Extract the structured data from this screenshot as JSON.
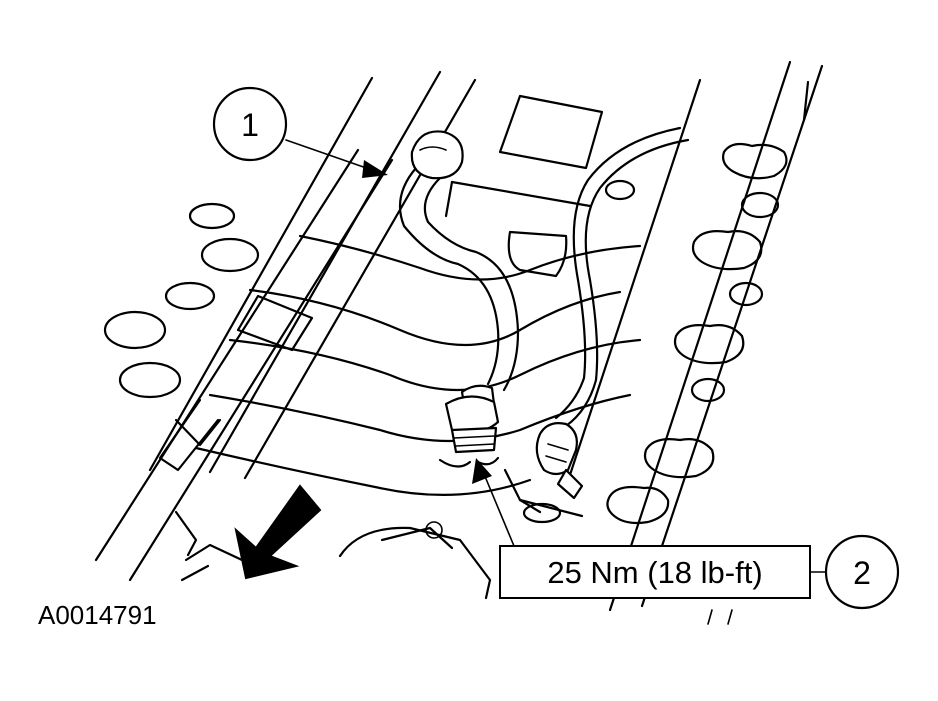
{
  "callouts": [
    {
      "label": "1"
    },
    {
      "label": "2"
    }
  ],
  "torque_spec": "25 Nm (18 lb-ft)",
  "figure_id": "A0014791",
  "icons": [
    "front-direction-arrow-icon"
  ],
  "colors": {
    "ink": "#000000",
    "paper": "#ffffff"
  }
}
